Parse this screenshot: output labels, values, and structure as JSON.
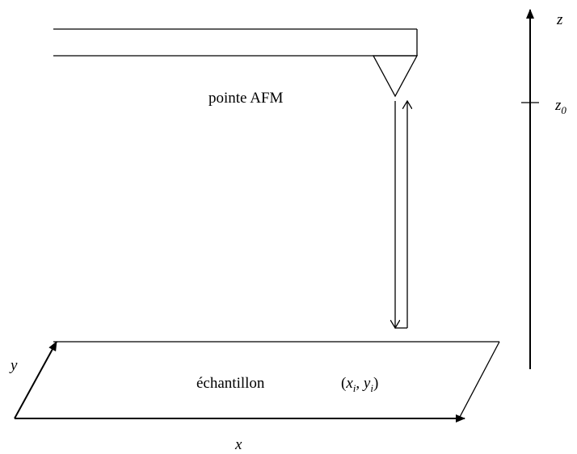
{
  "labels": {
    "tip": "pointe AFM",
    "sample": "échantillon",
    "point": {
      "open": "(",
      "x": "x",
      "x_sub": "i",
      "comma": ", ",
      "y": "y",
      "y_sub": "i",
      "close": ")"
    },
    "axis_x": "x",
    "axis_y": "y",
    "axis_z": "z",
    "z0": {
      "base": "z",
      "sub": "0"
    }
  }
}
